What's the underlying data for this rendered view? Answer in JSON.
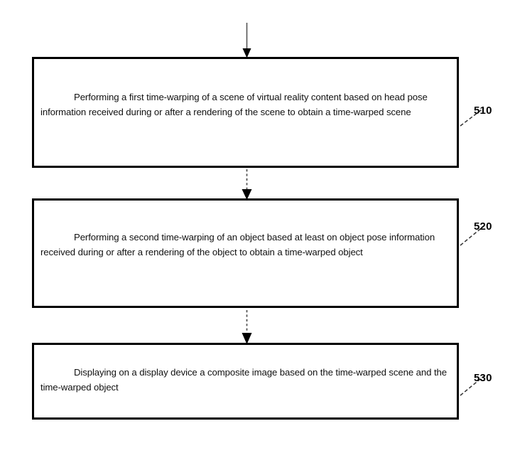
{
  "figure": {
    "type": "patent-flowchart",
    "orientation": "vertical",
    "background_color": "#ffffff",
    "line_color": "#000000"
  },
  "steps": [
    {
      "ref": "510",
      "name": "first-time-warp-step",
      "text": "Performing a first time-warping of a scene of virtual reality content based on head pose information received during or after a rendering of the scene to obtain a time-warped scene"
    },
    {
      "ref": "520",
      "name": "second-time-warp-step",
      "text": "Performing a second time-warping of an object based at least on object pose information received during or after a rendering of the object to obtain a time-warped object"
    },
    {
      "ref": "530",
      "name": "display-composite-step",
      "text": "Displaying on a display device a composite image based on the time-warped scene and the time-warped object"
    }
  ],
  "connectors": [
    {
      "name": "entry-arrow",
      "style": "solid",
      "from": "top-of-figure",
      "to": "step-510"
    },
    {
      "name": "arrow-510-to-520",
      "style": "dashed",
      "from": "step-510",
      "to": "step-520"
    },
    {
      "name": "arrow-520-to-530",
      "style": "dashed",
      "from": "step-520",
      "to": "step-530"
    }
  ],
  "leaders": [
    {
      "name": "leader-510",
      "ref": "510"
    },
    {
      "name": "leader-520",
      "ref": "520"
    },
    {
      "name": "leader-530",
      "ref": "530"
    }
  ]
}
